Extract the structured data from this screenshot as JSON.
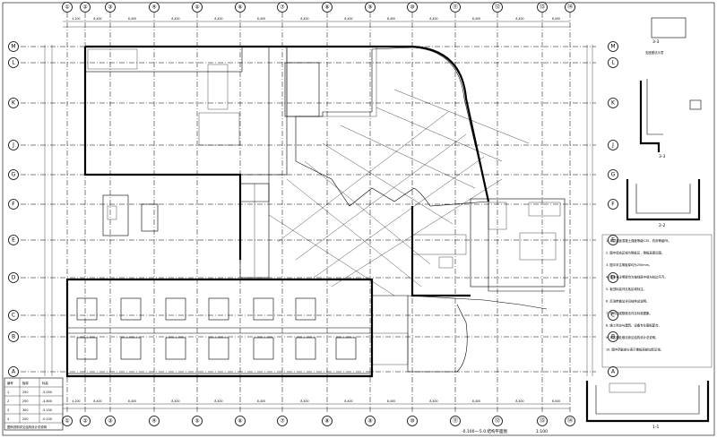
{
  "drawing": {
    "title": "-0.100~-5.0 结构平面图",
    "scale": "1:100",
    "section_labels": [
      "3-3",
      "2-2",
      "3-3",
      "1-1"
    ],
    "detail_title": "支座做法示意",
    "col_axes": [
      "①",
      "②",
      "③",
      "④",
      "⑤",
      "⑥",
      "⑦",
      "⑧",
      "⑨",
      "⑩",
      "⑪",
      "⑫",
      "⑬",
      "⑭"
    ],
    "row_axes": [
      "M",
      "L",
      "K",
      "J",
      "G",
      "F",
      "E",
      "D",
      "C",
      "B",
      "A"
    ],
    "dim_top": [
      "4,200",
      "8,400",
      "8,400",
      "8,400",
      "8,400",
      "8,400",
      "8,400",
      "8,400",
      "8,400",
      "8,400",
      "8,400",
      "8,400",
      "6,000"
    ],
    "notes": [
      "1. 本层梁板混凝土强度等级C35，抗渗等级P8。",
      "2. 图中填充区域为降板区，降板高度见图。",
      "3. 图中未注明板厚均为250mm。",
      "4. 图中未注明梁均为轴线居中或与柱边平齐。",
      "5. 板顶标高详见各区域标注。",
      "6. 后浇带做法详见结构总说明。",
      "7. 洞口加强筋做法详见标准图集。",
      "8. 施工时应与建筑、设备专业图纸配合。",
      "9. 未注明处做法参见结构设计总说明。",
      "10. 图中阴影部分表示楼板局部加厚区域。"
    ],
    "legend_rows": [
      [
        "编号",
        "板厚",
        "标高"
      ],
      [
        "1",
        "250",
        "-5.000"
      ],
      [
        "2",
        "250",
        "-4.800"
      ],
      [
        "3",
        "300",
        "-5.100"
      ],
      [
        "4",
        "200",
        "-0.100"
      ]
    ],
    "legend_footer": "图例说明详见结构设计总说明"
  }
}
